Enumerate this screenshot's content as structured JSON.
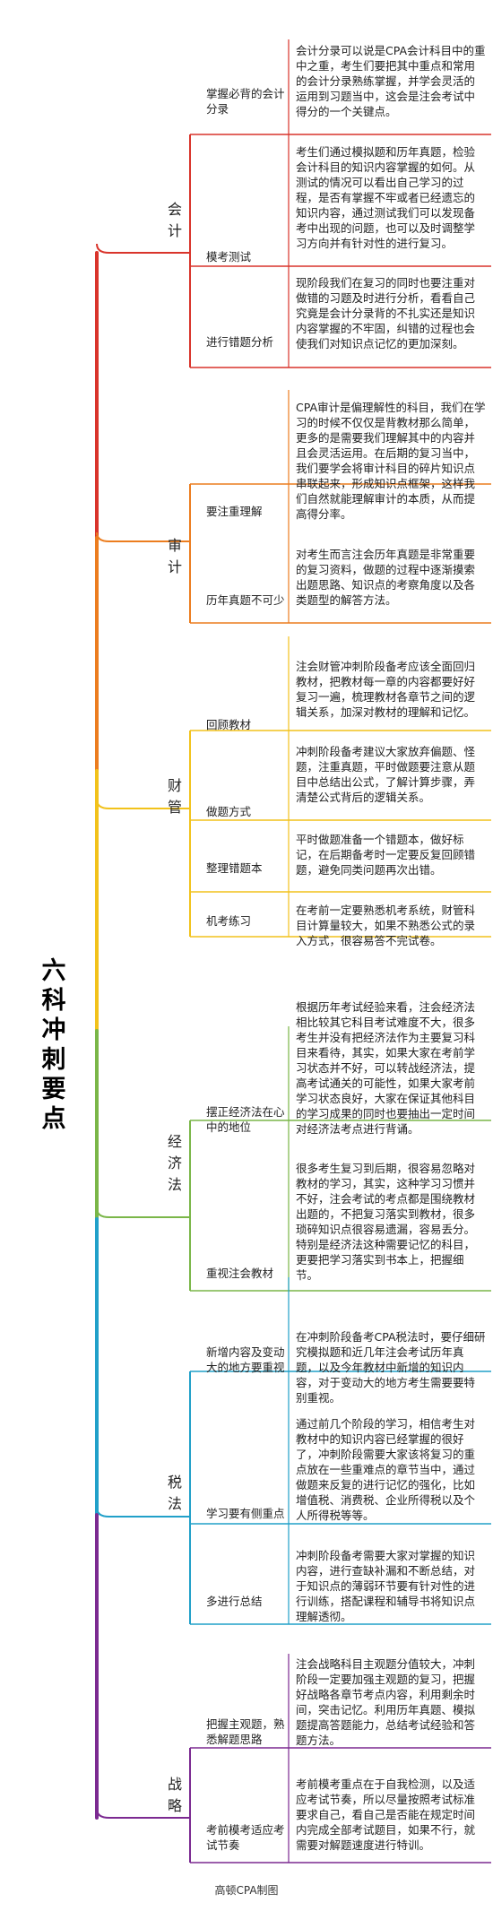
{
  "root_title": "六科冲刺要点",
  "footer": "高顿CPA制图",
  "colors": {
    "会计": "#d9342b",
    "审计": "#ec7d1f",
    "财管": "#f2c21b",
    "经济法": "#7ab648",
    "税法": "#21a0c9",
    "战略": "#7b2a91"
  },
  "branches": [
    {
      "name": "会计",
      "leaves": [
        {
          "label": "掌握必背的会计分录",
          "detail": "会计分录可以说是CPA会计科目中的重中之重，考生们要把其中重点和常用的会计分录熟练掌握，并学会灵活的运用到习题当中，这会是注会考试中得分的一个关键点。"
        },
        {
          "label": "模考测试",
          "detail": "考生们通过模拟题和历年真题，检验会计科目的知识内容掌握的如何。从测试的情况可以看出自己学习的过程，是否有掌握不牢或者已经遗忘的知识内容，通过测试我们可以发现备考中出现的问题，也可以及时调整学习方向并有针对性的进行复习。"
        },
        {
          "label": "进行错题分析",
          "detail": "现阶段我们在复习的同时也要注重对做错的习题及时进行分析，看看自己究竟是会计分录背的不扎实还是知识内容掌握的不牢固，纠错的过程也会使我们对知识点记忆的更加深刻。"
        }
      ]
    },
    {
      "name": "审计",
      "leaves": [
        {
          "label": "要注重理解",
          "detail": "CPA审计是偏理解性的科目，我们在学习的时候不仅仅是背教材那么简单，更多的是需要我们理解其中的内容并且会灵活运用。在后期的复习当中，我们要学会将审计科目的碎片知识点串联起来，形成知识点框架，这样我们自然就能理解审计的本质，从而提高得分率。"
        },
        {
          "label": "历年真题不可少",
          "detail": "对考生而言注会历年真题是非常重要的复习资料，做题的过程中逐渐摸索出题思路、知识点的考察角度以及各类题型的解答方法。"
        }
      ]
    },
    {
      "name": "财管",
      "leaves": [
        {
          "label": "回顾教材",
          "detail": "注会财管冲刺阶段备考应该全面回归教材，把教材每一章的内容都要好好复习一遍，梳理教材各章节之间的逻辑关系，加深对教材的理解和记忆。"
        },
        {
          "label": "做题方式",
          "detail": "冲刺阶段备考建议大家放弃偏题、怪题，注重真题，平时做题要注意从题目中总结出公式，了解计算步骤，弄清楚公式背后的逻辑关系。"
        },
        {
          "label": "整理错题本",
          "detail": "平时做题准备一个错题本，做好标记，在后期备考时一定要反复回顾错题，避免同类问题再次出错。"
        },
        {
          "label": "机考练习",
          "detail": "在考前一定要熟悉机考系统，财管科目计算量较大，如果不熟悉公式的录入方式，很容易答不完试卷。"
        }
      ]
    },
    {
      "name": "经济法",
      "leaves": [
        {
          "label": "摆正经济法在心中的地位",
          "detail": "根据历年考试经验来看，注会经济法相比较其它科目考试难度不大，很多考生并没有把经济法作为主要复习科目来看待，其实，如果大家在考前学习状态并不好，可以转战经济法，提高考试通关的可能性，如果大家考前学习状态良好，大家在保证其他科目的学习成果的同时也要抽出一定时间对经济法考点进行背诵。"
        },
        {
          "label": "重视注会教材",
          "detail": "很多考生复习到后期，很容易忽略对教材的学习，其实，这种学习习惯并不好，注会考试的考点都是围绕教材出题的，不把复习落实到教材，很多琐碎知识点很容易遗漏，容易丢分。特别是经济法这种需要记忆的科目，更要把学习落实到书本上，把握细节。"
        }
      ]
    },
    {
      "name": "税法",
      "leaves": [
        {
          "label": "新增内容及变动大的地方要重视",
          "detail": "在冲刺阶段备考CPA税法时，要仔细研究模拟题和近几年注会考试历年真题，以及今年教材中新增的知识内容，对于变动大的地方考生需要要特别重视。"
        },
        {
          "label": "学习要有侧重点",
          "detail": "通过前几个阶段的学习，相信考生对教材中的知识内容已经掌握的很好了，冲刺阶段需要大家该将复习的重点放在一些重难点的章节当中，通过做题来反复的进行记忆的强化，比如增值税、消费税、企业所得税以及个人所得税等等。"
        },
        {
          "label": "多进行总结",
          "detail": "冲刺阶段备考需要大家对掌握的知识内容，进行查缺补漏和不断总结，对于知识点的薄弱环节要有针对性的进行训练，搭配课程和辅导书将知识点理解透彻。"
        }
      ]
    },
    {
      "name": "战略",
      "leaves": [
        {
          "label": "把握主观题，熟悉解题思路",
          "detail": "注会战略科目主观题分值较大，冲刺阶段一定要加强主观题的复习，把握好战略各章节考点内容，利用剩余时间，突击记忆。利用历年真题、模拟题提高答题能力，总结考试经验和答题方法。"
        },
        {
          "label": "考前模考适应考试节奏",
          "detail": "考前模考重点在于自我检测，以及适应考试节奏，所以尽量按照考试标准要求自己，看自己是否能在规定时间内完成全部考试题目，如果不行，就需要对解题速度进行特训。"
        }
      ]
    }
  ]
}
